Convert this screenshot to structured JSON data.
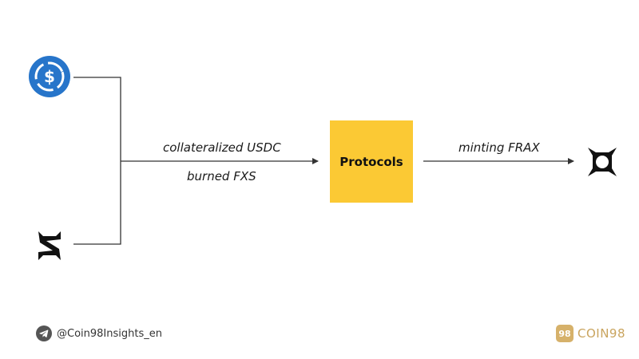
{
  "edges": {
    "collateralized": "collateralized USDC",
    "burned": "burned FXS",
    "minting": "minting FRAX"
  },
  "nodes": {
    "protocols": "Protocols",
    "usdc_icon": "usdc-coin-icon",
    "fxs_icon": "fxs-token-icon",
    "frax_icon": "frax-token-icon"
  },
  "footer": {
    "handle": "@Coin98Insights_en",
    "handle_icon": "telegram-icon",
    "brand_badge": "98",
    "brand_name": "COIN98"
  },
  "colors": {
    "usdc_blue": "#2775ca",
    "protocols_fill": "#fbc934",
    "brand_gold": "#c9a45e",
    "line": "#333333"
  }
}
